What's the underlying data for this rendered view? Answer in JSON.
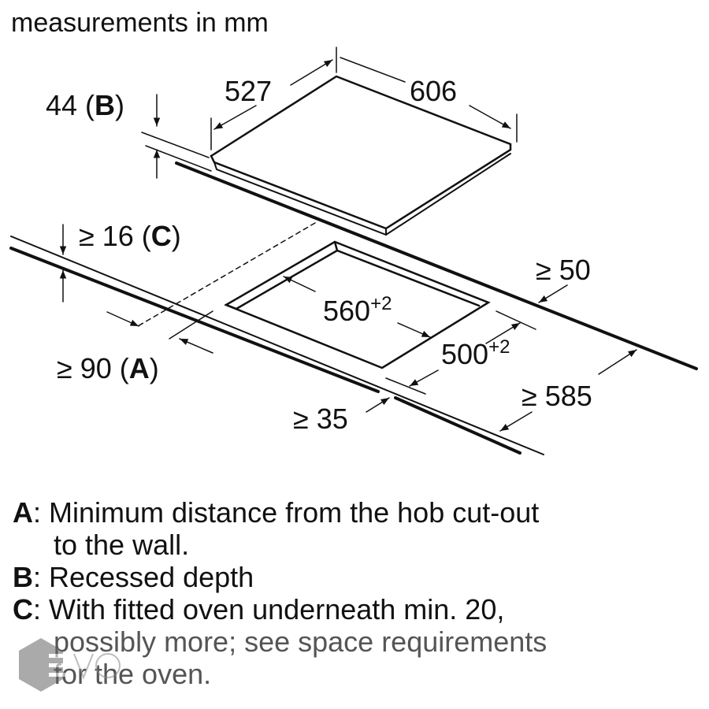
{
  "header": {
    "title": "measurements in mm"
  },
  "dimensions": {
    "hob_depth": "527",
    "hob_width": "606",
    "recess_depth": "44 (",
    "recess_letter": "B",
    "close": ")",
    "worktop_thickness": "≥ 16 (",
    "worktop_letter": "C",
    "cutout_width": "560",
    "cutout_width_tol": "+2",
    "cutout_depth": "500",
    "cutout_depth_tol": "+2",
    "back_distance": "≥ 50",
    "wall_distance": "≥ 90 (",
    "wall_letter": "A",
    "front_distance": "≥ 35",
    "worktop_depth": "≥ 585"
  },
  "legend": [
    {
      "key": "A",
      "text": ": Minimum distance from the hob cut-out",
      "cont": "to the wall."
    },
    {
      "key": "B",
      "text": ": Recessed depth"
    },
    {
      "key": "C",
      "text": ": With fitted oven underneath min. 20,",
      "cont": "possibly more; see space requirements",
      "cont2": "for the oven."
    }
  ],
  "watermark": "EVO"
}
